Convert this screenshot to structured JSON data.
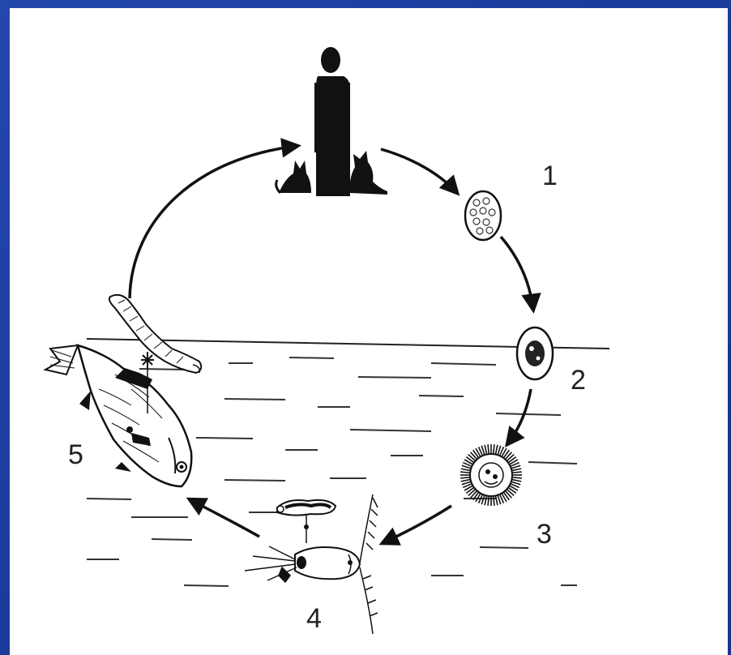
{
  "stages": {
    "s1": "1",
    "s2": "2",
    "s3": "3",
    "s4": "4",
    "s5": "5"
  },
  "colors": {
    "frame": "#1b3c9c",
    "ink": "#111111",
    "background": "#ffffff"
  }
}
